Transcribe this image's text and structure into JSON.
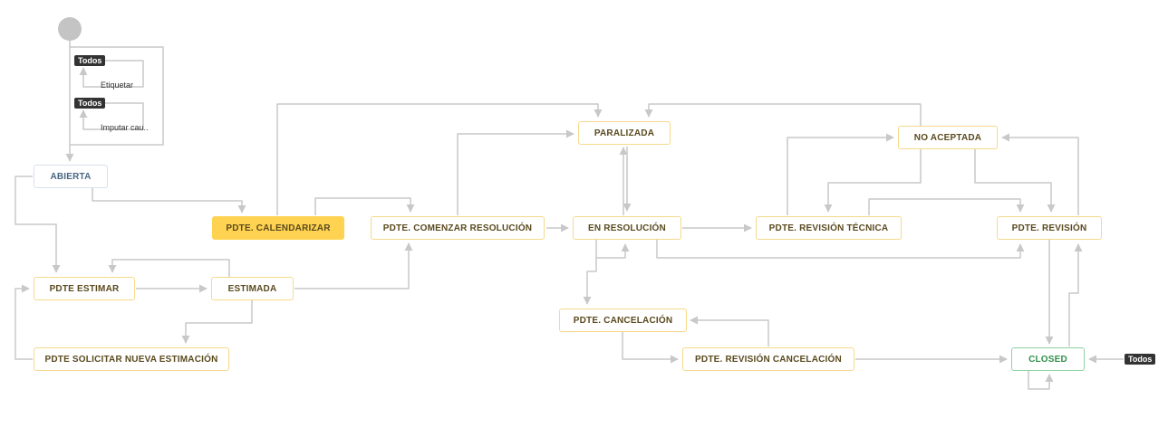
{
  "global_badge": "Todos",
  "global_transitions": [
    {
      "badge": "Todos",
      "label": "Etiquetar"
    },
    {
      "badge": "Todos",
      "label": "Imputar cau.."
    }
  ],
  "closed_badge": "Todos",
  "colors": {
    "status_border": "#f7d98c",
    "open_border": "#d9e1ec",
    "closed_border": "#8fd1a2",
    "current_fill": "#ffd351",
    "line": "#c8c8c8",
    "badge_bg": "#333333"
  },
  "states": {
    "abierta": "ABIERTA",
    "pdte_calendarizar": "PDTE. CALENDARIZAR",
    "pdte_comenzar": "PDTE. COMENZAR RESOLUCIÓN",
    "en_resolucion": "EN RESOLUCIÓN",
    "paralizada": "PARALIZADA",
    "no_aceptada": "NO ACEPTADA",
    "pdte_rev_tecnica": "PDTE. REVISIÓN TÉCNICA",
    "pdte_revision": "PDTE. REVISIÓN",
    "pdte_estimar": "PDTE ESTIMAR",
    "estimada": "ESTIMADA",
    "pdte_solicitar": "PDTE SOLICITAR NUEVA ESTIMACIÓN",
    "pdte_cancelacion": "PDTE. CANCELACIÓN",
    "pdte_rev_cancelacion": "PDTE. REVISIÓN CANCELACIÓN",
    "closed": "CLOSED"
  }
}
